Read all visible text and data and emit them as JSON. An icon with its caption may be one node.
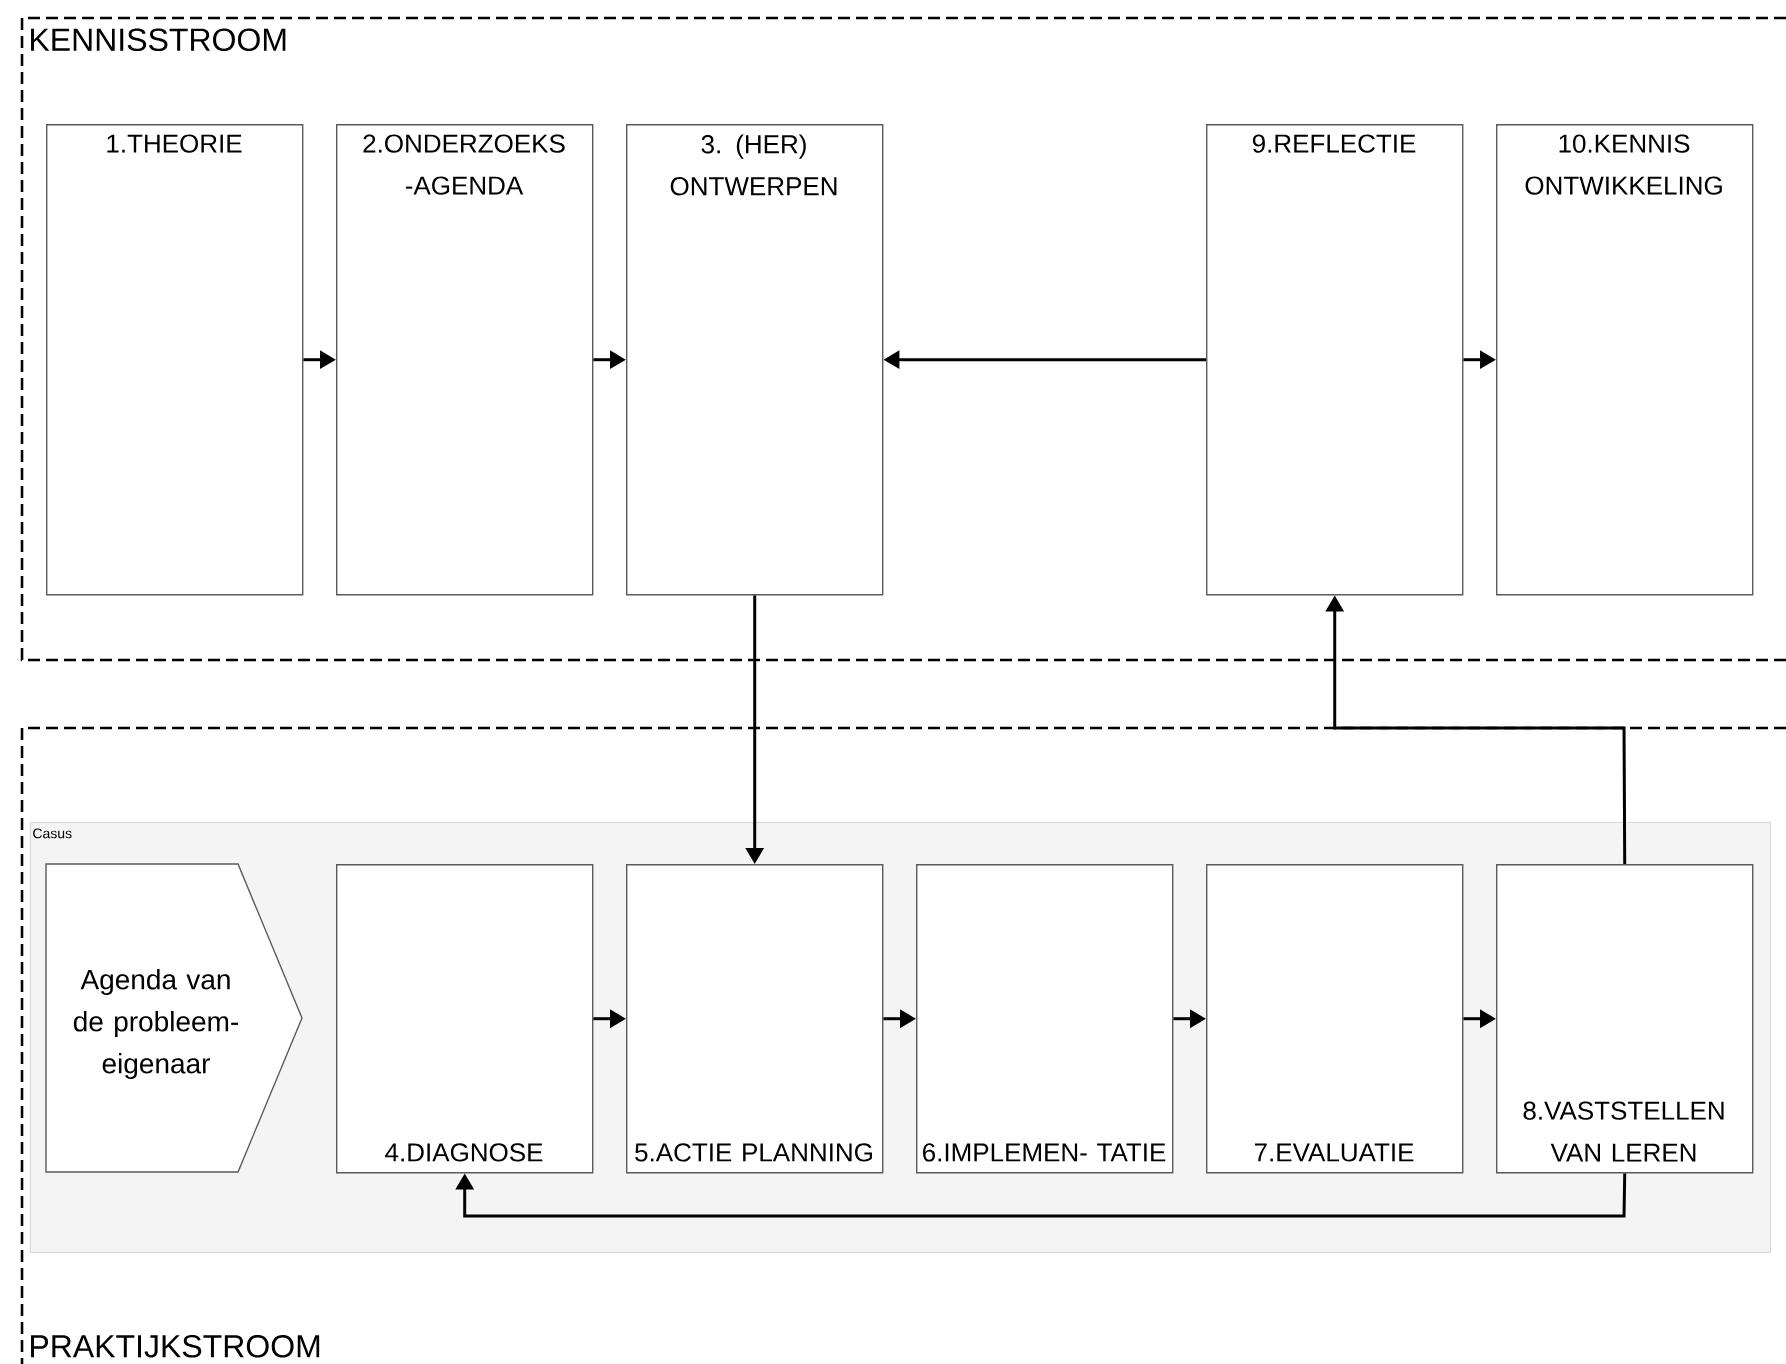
{
  "diagram": {
    "nodes": [
      {
        "text": [
          "KENNISSTROOM"
        ]
      },
      {
        "text": [
          "1.THEORIE"
        ],
        "in": 0
      },
      {
        "text": [
          "2.ONDERZOEKS -AGENDA"
        ],
        "in": 0
      },
      {
        "text": [
          "3. (HER) ONTWERPEN"
        ],
        "in": 0
      },
      {
        "text": [
          "9.REFLECTIE"
        ],
        "in": 0
      },
      {
        "text": [
          "10.KENNIS ONTWIKKELING"
        ],
        "in": 0
      },
      {
        "text": [
          "PRAKTIJKSTROOM"
        ]
      },
      {
        "text": [
          "Casus"
        ],
        "in": 6
      },
      {
        "text": [
          "Agenda van de probleem- eigenaar"
        ],
        "in": 7
      },
      {
        "text": [
          "4.DIAGNOSE"
        ],
        "in": 7
      },
      {
        "text": [
          "5.ACTIE PLANNING"
        ],
        "in": 7
      },
      {
        "text": [
          "6.IMPLEMEN- TATIE"
        ],
        "in": 7
      },
      {
        "text": [
          "7.EVALUATIE"
        ],
        "in": 7
      },
      {
        "text": [
          "8.VASTSTELLEN VAN LEREN"
        ],
        "in": 7
      }
    ],
    "edges": [
      {
        "from": 1,
        "to": 2,
        "arrow": "to"
      },
      {
        "from": 2,
        "to": 3,
        "arrow": "to"
      },
      {
        "from": 4,
        "to": 3,
        "arrow": "to"
      },
      {
        "from": 4,
        "to": 5,
        "arrow": "to"
      },
      {
        "from": 3,
        "to": 10,
        "arrow": "to"
      },
      {
        "from": 9,
        "to": 10,
        "arrow": "to"
      },
      {
        "from": 10,
        "to": 11,
        "arrow": "to"
      },
      {
        "from": 11,
        "to": 12,
        "arrow": "to"
      },
      {
        "from": 12,
        "to": 13,
        "arrow": "to"
      },
      {
        "from": 13,
        "to": 4,
        "arrow": "to"
      },
      {
        "from": 13,
        "to": 9,
        "arrow": "to"
      }
    ]
  }
}
